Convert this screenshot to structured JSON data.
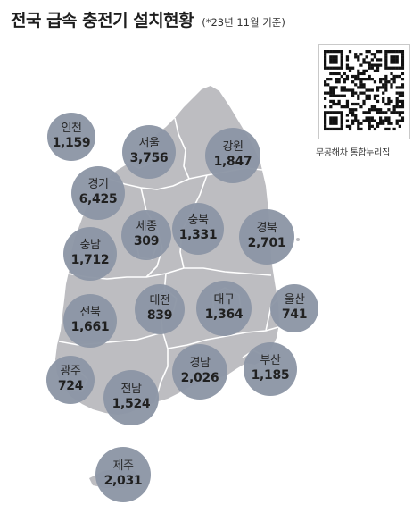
{
  "title": {
    "main": "전국 급속 충전기 설치현황",
    "sub": "(*23년 11월 기준)"
  },
  "qr": {
    "caption": "무공해차 통합누리집"
  },
  "colors": {
    "map_fill": "#bdbdc1",
    "map_border": "#ffffff",
    "bubble": "#8d96a6"
  },
  "regions": [
    {
      "id": "incheon",
      "name": "인천",
      "value": "1,159"
    },
    {
      "id": "seoul",
      "name": "서울",
      "value": "3,756"
    },
    {
      "id": "gangwon",
      "name": "강원",
      "value": "1,847"
    },
    {
      "id": "gyeonggi",
      "name": "경기",
      "value": "6,425"
    },
    {
      "id": "sejong",
      "name": "세종",
      "value": "309"
    },
    {
      "id": "chungbuk",
      "name": "충북",
      "value": "1,331"
    },
    {
      "id": "gyeongbuk",
      "name": "경북",
      "value": "2,701"
    },
    {
      "id": "chungnam",
      "name": "충남",
      "value": "1,712"
    },
    {
      "id": "jeonbuk",
      "name": "전북",
      "value": "1,661"
    },
    {
      "id": "daejeon",
      "name": "대전",
      "value": "839"
    },
    {
      "id": "daegu",
      "name": "대구",
      "value": "1,364"
    },
    {
      "id": "ulsan",
      "name": "울산",
      "value": "741"
    },
    {
      "id": "gwangju",
      "name": "광주",
      "value": "724"
    },
    {
      "id": "jeonnam",
      "name": "전남",
      "value": "1,524"
    },
    {
      "id": "gyeongnam",
      "name": "경남",
      "value": "2,026"
    },
    {
      "id": "busan",
      "name": "부산",
      "value": "1,185"
    },
    {
      "id": "jeju",
      "name": "제주",
      "value": "2,031"
    }
  ]
}
